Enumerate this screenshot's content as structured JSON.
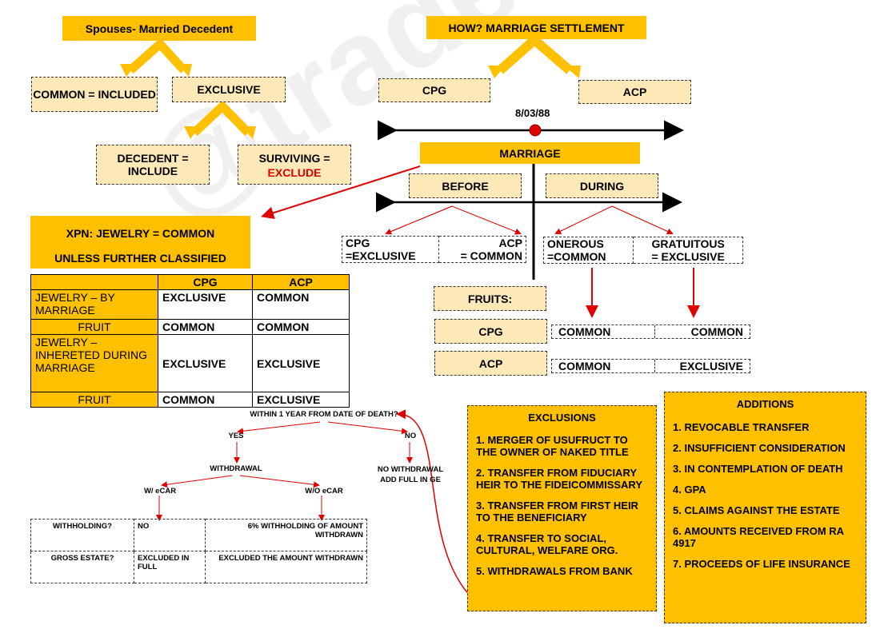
{
  "watermark": "@tradenafoo",
  "spouses": {
    "title": "Spouses- Married Decedent",
    "common": "COMMON = INCLUDED",
    "exclusive": "EXCLUSIVE",
    "decedent": "DECEDENT = INCLUDE",
    "surviving": "SURVIVING =",
    "surviving_red": "EXCLUDE"
  },
  "how": {
    "title": "HOW? MARRIAGE SETTLEMENT",
    "cpg": "CPG",
    "acp": "ACP",
    "date": "8/03/88",
    "marriage": "MARRIAGE",
    "before": "BEFORE",
    "during": "DURING"
  },
  "before_table": {
    "left_top": "CPG",
    "left_bottom": "=EXCLUSIVE",
    "right_top": "ACP",
    "right_bottom": "= COMMON"
  },
  "during_table": {
    "left_top": "ONEROUS",
    "left_bottom": "=COMMON",
    "right_top": "GRATUITOUS",
    "right_bottom": "= EXCLUSIVE"
  },
  "fruits": {
    "label": "FRUITS:",
    "cpg": "CPG",
    "acp": "ACP",
    "cpg_left": "COMMON",
    "cpg_right": "COMMON",
    "acp_left": "COMMON",
    "acp_right": "EXCLUSIVE"
  },
  "xpn": {
    "line1": "XPN: JEWELRY = COMMON",
    "line2": "UNLESS FURTHER CLASSIFIED"
  },
  "jewelry_table": {
    "headers": [
      "",
      "CPG",
      "ACP"
    ],
    "rows": [
      [
        "JEWELRY – BY MARRIAGE",
        "EXCLUSIVE",
        "COMMON"
      ],
      [
        "FRUIT",
        "COMMON",
        "COMMON"
      ],
      [
        "JEWELRY – INHERETED DURING MARRIAGE",
        "EXCLUSIVE",
        "EXCLUSIVE"
      ],
      [
        "FRUIT",
        "COMMON",
        "EXCLUSIVE"
      ]
    ]
  },
  "withdrawal": {
    "question": "WITHIN 1 YEAR FROM DATE OF DEATH?",
    "yes": "YES",
    "no": "NO",
    "withdrawal": "WITHDRAWAL",
    "no_withdrawal_1": "NO WITHDRAWAL",
    "no_withdrawal_2": "ADD FULL IN GE",
    "w_ecar": "W/ eCAR",
    "wo_ecar": "W/O eCAR",
    "table": [
      [
        "WITHHOLDING?",
        "NO",
        "6% WITHHOLDING OF AMOUNT WITHDRAWN"
      ],
      [
        "GROSS ESTATE?",
        "EXCLUDED IN FULL",
        "EXCLUDED THE AMOUNT WITHDRAWN"
      ]
    ]
  },
  "exclusions": {
    "title": "EXCLUSIONS",
    "items": [
      "1. MERGER OF USUFRUCT TO THE OWNER OF NAKED TITLE",
      "2. TRANSFER FROM FIDUCIARY HEIR TO THE FIDEICOMMISSARY",
      "3. TRANSFER FROM FIRST HEIR TO THE BENEFICIARY",
      "4. TRANSFER TO SOCIAL, CULTURAL, WELFARE ORG.",
      "5. WITHDRAWALS FROM BANK"
    ]
  },
  "additions": {
    "title": "ADDITIONS",
    "items": [
      "1. REVOCABLE TRANSFER",
      "2. INSUFFICIENT CONSIDERATION",
      "3. IN CONTEMPLATION OF DEATH",
      "4. GPA",
      "5. CLAIMS AGAINST THE ESTATE",
      "6. AMOUNTS RECEIVED FROM RA 4917",
      "7. PROCEEDS OF LIFE INSURANCE"
    ]
  },
  "colors": {
    "gold": "#ffc000",
    "pale": "#fde9b8",
    "red": "#e00000"
  }
}
